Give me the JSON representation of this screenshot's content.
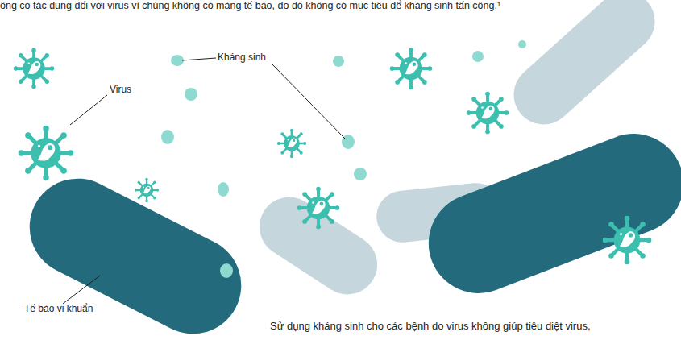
{
  "diagram": {
    "labels": [
      "ông có tác dụng đối với virus vì chúng không có màng tế bào, do đó không có mục tiêu để kháng sinh tấn công.¹",
      "Kháng sinh",
      "Virus",
      "Tế bào vi khuẩn",
      "Sử dụng kháng sinh cho các bệnh do virus không giúp tiêu diệt virus,"
    ]
  }
}
